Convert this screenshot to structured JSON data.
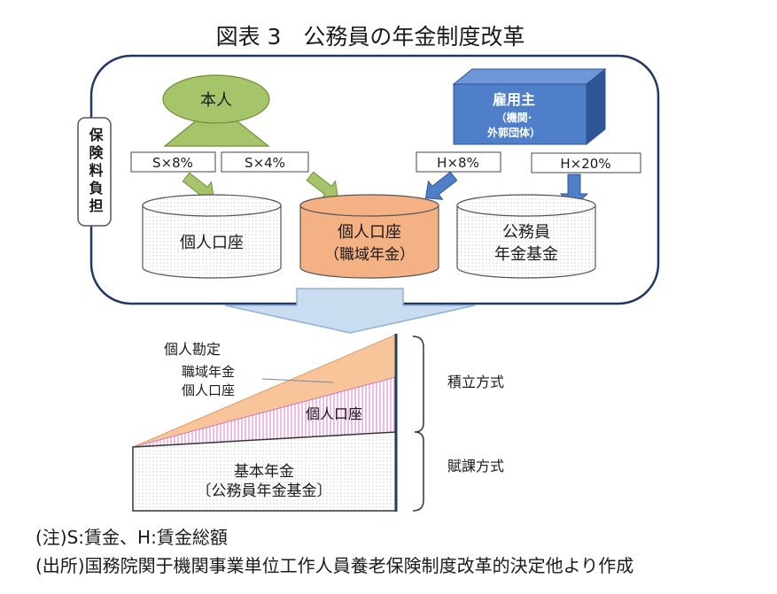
{
  "title": "図表 3　公務員の年金制度改革",
  "contribution": {
    "side_label": "保険料負担",
    "individual": {
      "label": "本人",
      "rates": [
        "S×8%",
        "S×4%"
      ]
    },
    "employer": {
      "label": "雇用主",
      "detail_line1": "（機関·",
      "detail_line2": "外郭団体）",
      "rates": [
        "H×8%",
        "H×20%"
      ]
    },
    "accounts": [
      {
        "line1": "個人口座"
      },
      {
        "line1": "個人口座",
        "line2": "（職域年金）"
      },
      {
        "line1": "公務員",
        "line2": "年金基金"
      }
    ]
  },
  "structure": {
    "individual_account": "個人勘定",
    "occupational_line1": "職域年金",
    "occupational_line2": "個人口座",
    "personal_account": "個人口座",
    "basic_line1": "基本年金",
    "basic_line2": "〔公務員年金基金〕",
    "funded": "積立方式",
    "paygo": "賦課方式"
  },
  "notes": {
    "note": "(注)S:賃金、H:賃金総額",
    "source": "(出所)国務院関于機関事業単位工作人員養老保険制度改革的決定他より作成"
  },
  "colors": {
    "container_border": "#1f3864",
    "individual_green": "#a6c46a",
    "employer_blue": "#4f7fc9",
    "occupational_orange": "#f4b183",
    "personal_pink": "#d77fc9",
    "flow_arrow": "#c9dcf0"
  }
}
